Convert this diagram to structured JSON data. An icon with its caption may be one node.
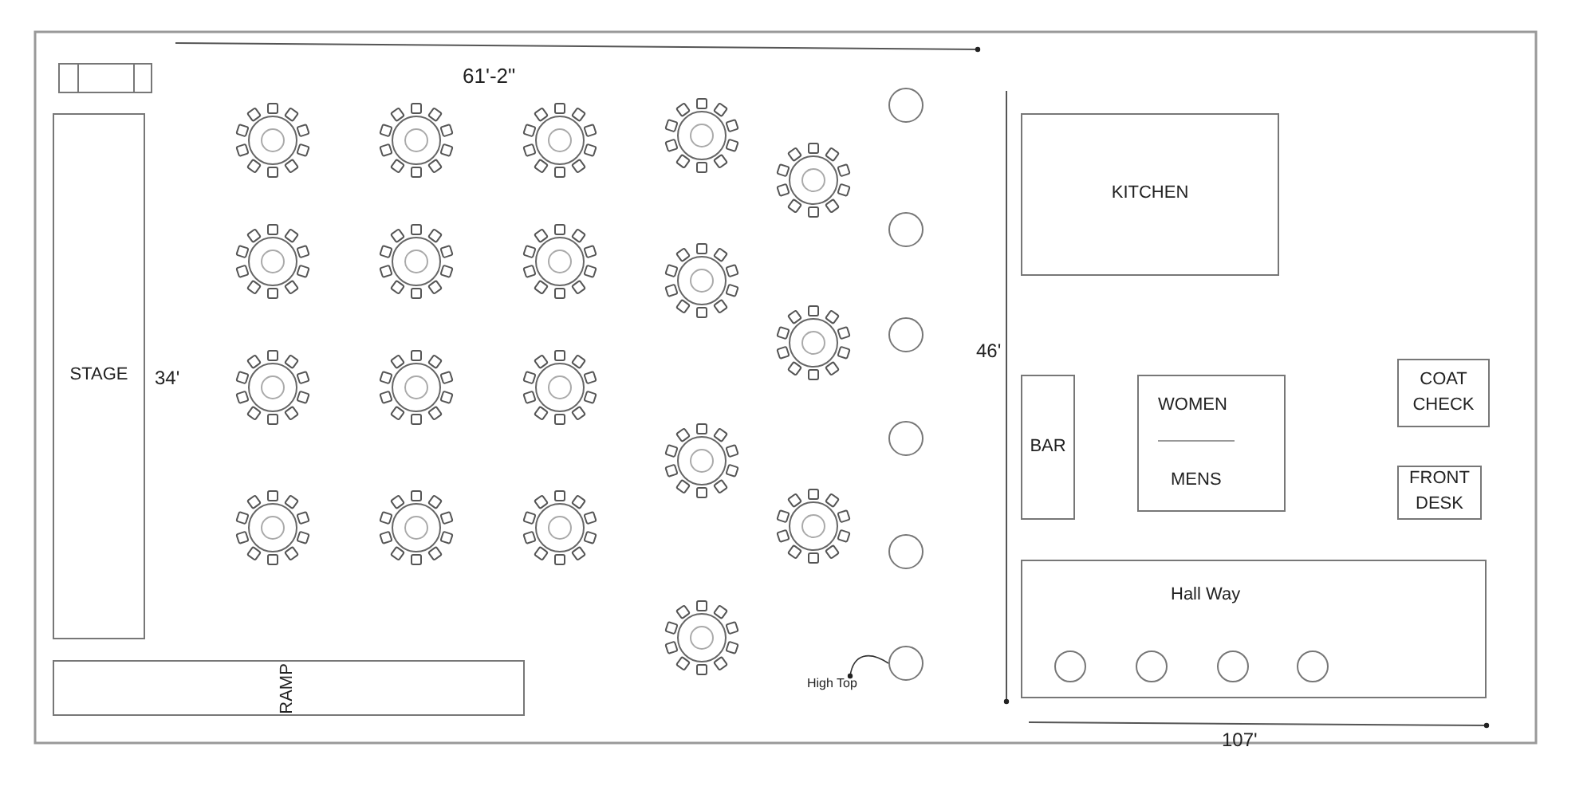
{
  "diagram": {
    "nodes": [
      {
        "text": [
          "STAGE"
        ]
      },
      {
        "text": [
          "RAMP"
        ]
      },
      {
        "text": [],
        "shape": "circle"
      },
      {
        "text": [],
        "shape": "circle"
      },
      {
        "text": [],
        "shape": "circle"
      },
      {
        "text": [],
        "shape": "circle"
      },
      {
        "text": [],
        "shape": "circle"
      },
      {
        "text": [],
        "shape": "circle"
      },
      {
        "text": [
          "High Top"
        ]
      },
      {
        "text": [
          "KITCHEN"
        ]
      },
      {
        "text": [
          "BAR"
        ]
      },
      {
        "text": [
          "WOMEN",
          "MENS"
        ]
      },
      {
        "text": [
          "COAT CHECK"
        ]
      },
      {
        "text": [
          "FRONT DESK"
        ]
      },
      {
        "text": [
          "Hall Way"
        ]
      },
      {
        "text": [],
        "shape": "circle",
        "in": 14
      },
      {
        "text": [],
        "shape": "circle",
        "in": 14
      },
      {
        "text": [],
        "shape": "circle",
        "in": 14
      },
      {
        "text": [],
        "shape": "circle",
        "in": 14
      }
    ],
    "edges": [
      {
        "from": 8,
        "to": 7,
        "arrow": "other"
      }
    ],
    "labels": [
      "61'-2\"",
      "34'",
      "46'",
      "107'"
    ]
  }
}
